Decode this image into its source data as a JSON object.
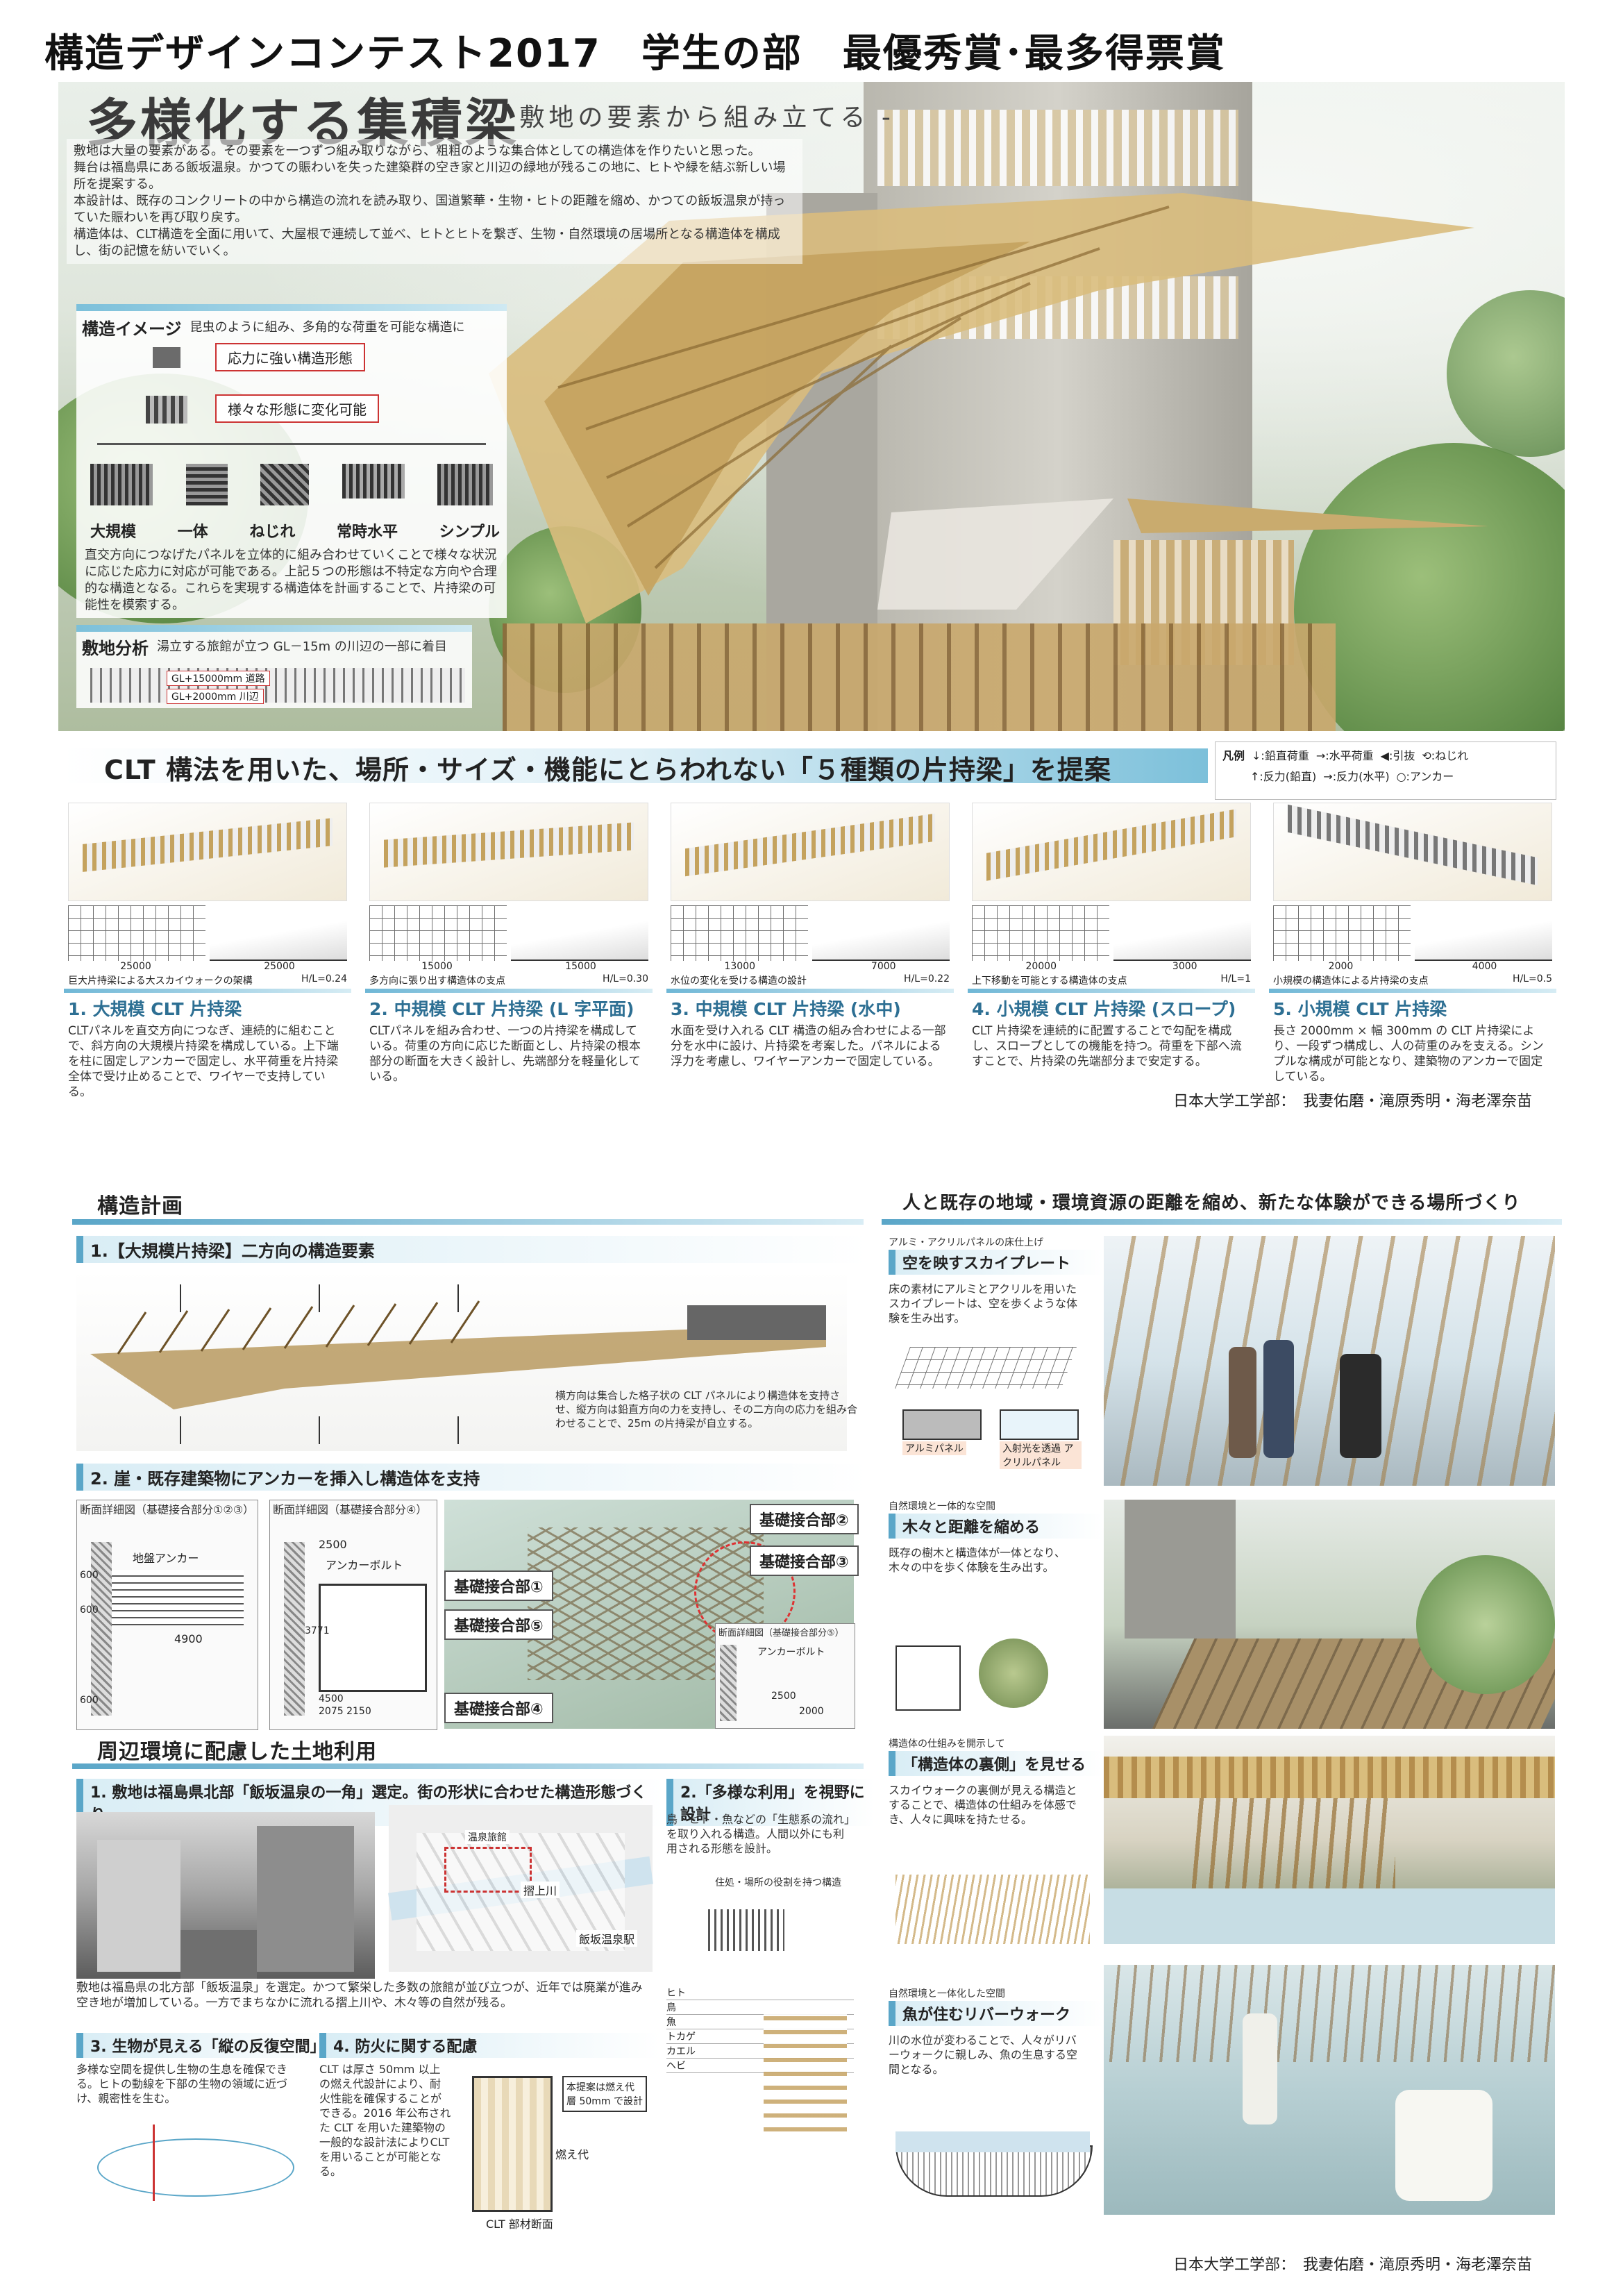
{
  "header": {
    "sheet_title": "構造デザインコンテスト2017　学生の部　最優秀賞･最多得票賞",
    "title": "多様化する集積梁",
    "subtitle": "- 敷地の要素から組み立てる -",
    "intro": "敷地は大量の要素がある。その要素を一つずつ組み取りながら、粗粗のような集合体としての構造体を作りたいと思った。\n舞台は福島県にある飯坂温泉。かつての賑わいを失った建築群の空き家と川辺の緑地が残るこの地に、ヒトや緑を結ぶ新しい場所を提案する。\n本設計は、既存のコンクリートの中から構造の流れを読み取り、国道繁華・生物・ヒトの距離を縮め、かつての飯坂温泉が持っていた賑わいを再び取り戻す。\n構造体は、CLT構造を全面に用いて、大屋根で連続して並べ、ヒトとヒトを繋ぎ、生物・自然環境の居場所となる構造体を構成し、街の記憶を紡いでいく。"
  },
  "structure_image": {
    "heading": "構造イメージ",
    "note": "昆虫のように組み、多角的な荷重を可能な構造に",
    "box1": "応力に強い構造形態",
    "box2": "様々な形態に変化可能",
    "types": [
      "大規模",
      "一体",
      "ねじれ",
      "常時水平",
      "シンプル"
    ],
    "desc": "直交方向につなげたパネルを立体的に組み合わせていくことで様々な状況に応じた応力に対応が可能である。上記５つの形態は不特定な方向や合理的な構造となる。これらを実現する構造体を計画することで、片持梁の可能性を模索する。"
  },
  "site_analysis": {
    "heading": "敷地分析",
    "note": "湯立する旅館が立つ GL－15m の川辺の一部に着目",
    "tags": [
      "GL+15000mm 道路",
      "GL+2000mm 川辺"
    ]
  },
  "proposal": {
    "heading": "CLT 構法を用いた、場所・サイズ・機能にとらわれない「５種類の片持梁」を提案",
    "legend_label": "凡例",
    "legend": [
      "↓:鉛直荷重",
      "→:水平荷重",
      "◀:引抜",
      "⟲:ねじれ",
      "↑:反力(鉛直)",
      "→:反力(水平)",
      "○:アンカー"
    ]
  },
  "cantilevers": [
    {
      "num": "1",
      "title": "1. 大規模 CLT 片持梁",
      "ratio": "H/L=0.24",
      "caption": "巨大片持梁による大スカイウォークの架構",
      "dims": [
        "25000",
        "25000"
      ],
      "desc": "CLTパネルを直交方向につなぎ、連続的に組むことで、斜方向の大規模片持梁を構成している。上下端を柱に固定しアンカーで固定し、水平荷重を片持梁全体で受け止めることで、ワイヤーで支持している。"
    },
    {
      "num": "2",
      "title": "2. 中規模 CLT 片持梁 (L 字平面)",
      "ratio": "H/L=0.30",
      "caption": "多方向に張り出す構造体の支点",
      "dims": [
        "15000",
        "15000"
      ],
      "desc": "CLTパネルを組み合わせ、一つの片持梁を構成している。荷重の方向に応じた断面とし、片持梁の根本部分の断面を大きく設計し、先端部分を軽量化している。"
    },
    {
      "num": "3",
      "title": "3. 中規模 CLT 片持梁 (水中)",
      "ratio": "H/L=0.22",
      "caption": "水位の変化を受ける構造の設計",
      "dims": [
        "13000",
        "7000"
      ],
      "desc": "水面を受け入れる CLT 構造の組み合わせによる一部分を水中に設け、片持梁を考案した。パネルによる浮力を考慮し、ワイヤーアンカーで固定している。"
    },
    {
      "num": "4",
      "title": "4. 小規模 CLT 片持梁 (スロープ)",
      "ratio": "H/L=1",
      "caption": "上下移動を可能とする構造体の支点",
      "dims": [
        "20000",
        "3000"
      ],
      "desc": "CLT 片持梁を連続的に配置することで勾配を構成し、スロープとしての機能を持つ。荷重を下部へ流すことで、片持梁の先端部分まで安定する。"
    },
    {
      "num": "5",
      "title": "5. 小規模 CLT 片持梁",
      "ratio": "H/L=0.5",
      "caption": "小規模の構造体による片持梁の支点",
      "dims": [
        "2000",
        "4000"
      ],
      "desc": "長さ 2000mm × 幅 300mm の CLT 片持梁により、一段ずつ構成し、人の荷重のみを支える。シンプルな構成が可能となり、建築物のアンカーで固定している。"
    }
  ],
  "footer": "日本大学工学部：　我妻佑磨・滝原秀明・海老澤奈苗",
  "plan": {
    "heading": "構造計画",
    "s1": "1.【大規模片持梁】二方向の構造要素",
    "s1_note": "横方向は集合した格子状の CLT パネルにより構造体を支持させ、縦方向は鉛直方向の力を支持し、その二方向の応力を組み合わせることで、25m の片持梁が自立する。",
    "s2": "2. 崖・既存建築物にアンカーを挿入し構造体を支持",
    "detail1": "断面詳細図（基礎接合部分①②③）",
    "detail2": "断面詳細図（基礎接合部分④）",
    "detail3": "断面詳細図（基礎接合部分⑤）",
    "joints": [
      "基礎接合部①",
      "基礎接合部⑤",
      "基礎接合部④",
      "基礎接合部②",
      "基礎接合部③"
    ],
    "anchor1": "地盤アンカー",
    "anchor2": "アンカーボルト",
    "anchor3": "アンカーボルト",
    "dims": [
      "600",
      "600",
      "600",
      "4900",
      "2500",
      "3771",
      "4500",
      "2075",
      "2150",
      "2500",
      "2000"
    ]
  },
  "land": {
    "heading": "周辺環境に配慮した土地利用",
    "s1": "1. 敷地は福島県北部「飯坂温泉の一角」選定。街の形状に合わせた構造形態づくり",
    "s1_text": "敷地は福島県の北方部「飯坂温泉」を選定。かつて繁栄した多数の旅館が並び立つが、近年では廃業が進み空き地が増加している。一方でまちなかに流れる摺上川や、木々等の自然が残る。",
    "map_labels": [
      "摺上川",
      "飯坂温泉駅",
      "温泉旅館"
    ],
    "s2": "2.「多様な利用」を視野に設計",
    "s2_text": "鳥・ヒト・魚などの「生態系の流れ」を取り入れる構造。人間以外にも利用される形態を設計。",
    "s2_label": "住処・場所の役割を持つ構造",
    "species": [
      "ヒト",
      "鳥",
      "魚",
      "トカゲ",
      "カエル",
      "ヘビ"
    ],
    "s3": "3. 生物が見える「縦の反復空間」",
    "s3_text": "多様な空間を提供し生物の生息を確保できる。ヒトの動線を下部の生物の領域に近づけ、親密性を生む。",
    "s4": "4. 防火に関する配慮",
    "s4_text": "CLT は厚さ 50mm 以上の燃え代設計により、耐火性能を確保することができる。2016 年公布された CLT を用いた建築物の一般的な設計法によりCLT を用いることが可能となる。",
    "fire_box": "本提案は燃え代層 50mm で設計",
    "fire_label": "燃え代",
    "fire_caption": "CLT 部材断面"
  },
  "experience": {
    "heading": "人と既存の地域・環境資源の距離を縮め、新たな体験ができる場所づくり",
    "e1_kicker": "アルミ・アクリルパネルの床仕上げ",
    "e1": "空を映すスカイプレート",
    "e1_text": "床の素材にアルミとアクリルを用いたスカイプレートは、空を歩くような体験を生み出す。",
    "e1_labels": [
      "アルミパネル",
      "入射光を透過 アクリルパネル"
    ],
    "e2_kicker": "自然環境と一体的な空間",
    "e2": "木々と距離を縮める",
    "e2_text": "既存の樹木と構造体が一体となり、木々の中を歩く体験を生み出す。",
    "e3_kicker": "構造体の仕組みを開示して",
    "e3": "「構造体の裏側」を見せる",
    "e3_text": "スカイウォークの裏側が見える構造とすることで、構造体の仕組みを体感でき、人々に興味を持たせる。",
    "e4_kicker": "自然環境と一体化した空間",
    "e4": "魚が住むリバーウォーク",
    "e4_text": "川の水位が変わることで、人々がリバーウォークに親しみ、魚の生息する空間となる。"
  }
}
